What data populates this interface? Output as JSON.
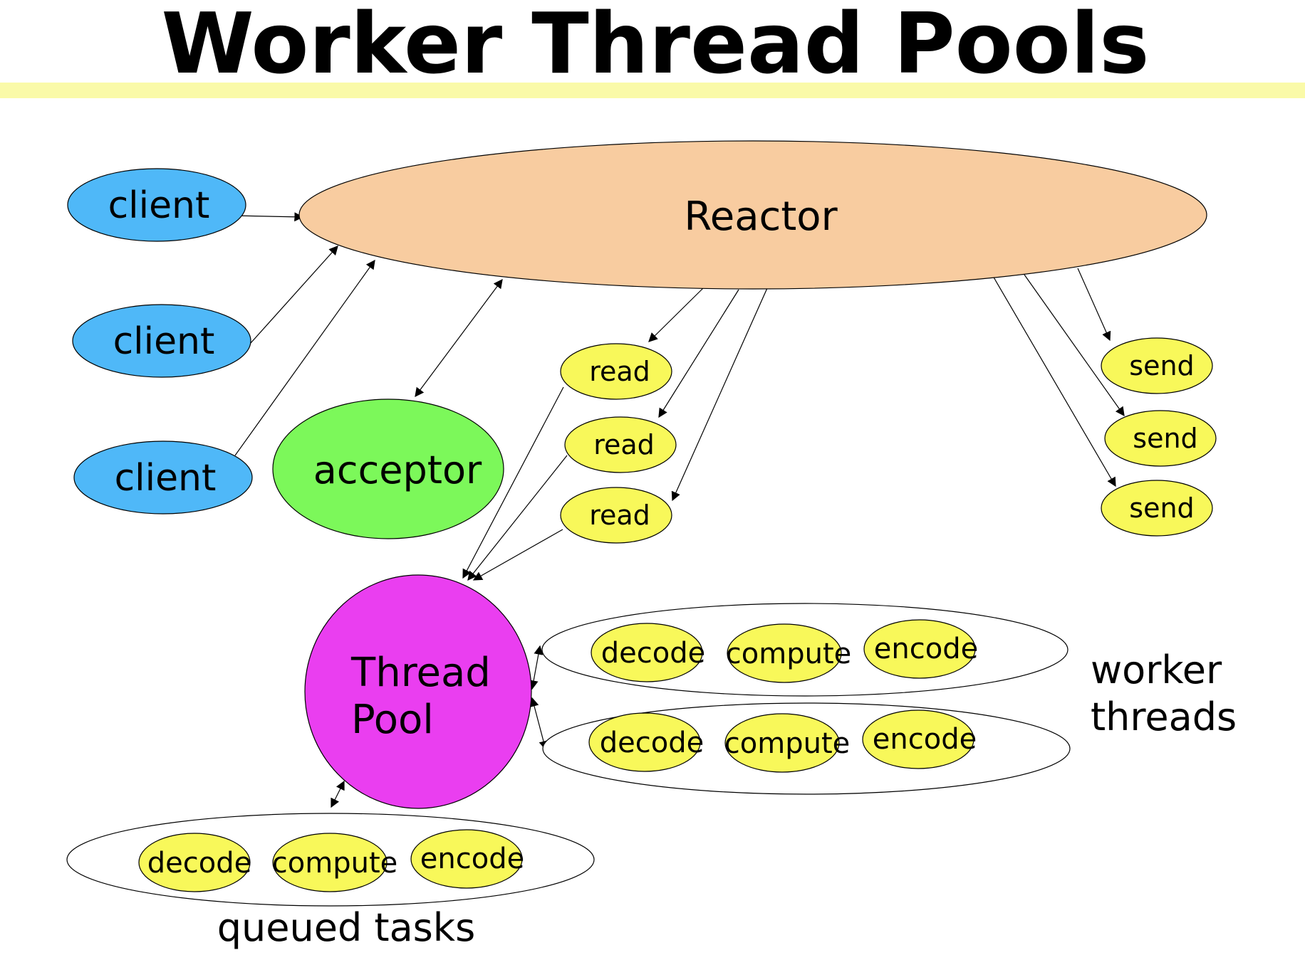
{
  "title": "Worker Thread Pools",
  "colors": {
    "client": "#4fb8f8",
    "reactor": "#f8cca0",
    "acceptor": "#7cf85a",
    "task": "#f8f85a",
    "thread_pool": "#ea3ef0",
    "title_bar": "#fafaa8",
    "group": "#ffffff"
  },
  "nodes": {
    "reactor": {
      "label": "Reactor"
    },
    "client_1": {
      "label": "client"
    },
    "client_2": {
      "label": "client"
    },
    "client_3": {
      "label": "client"
    },
    "acceptor": {
      "label": "acceptor"
    },
    "read_1": {
      "label": "read"
    },
    "read_2": {
      "label": "read"
    },
    "read_3": {
      "label": "read"
    },
    "send_1": {
      "label": "send"
    },
    "send_2": {
      "label": "send"
    },
    "send_3": {
      "label": "send"
    },
    "thread_pool": {
      "label_line1": "Thread",
      "label_line2": "Pool"
    },
    "worker_1_decode": {
      "label": "decode"
    },
    "worker_1_compute": {
      "label": "compute"
    },
    "worker_1_encode": {
      "label": "encode"
    },
    "worker_2_decode": {
      "label": "decode"
    },
    "worker_2_compute": {
      "label": "compute"
    },
    "worker_2_encode": {
      "label": "encode"
    },
    "queued_decode": {
      "label": "decode"
    },
    "queued_compute": {
      "label": "compute"
    },
    "queued_encode": {
      "label": "encode"
    }
  },
  "group_labels": {
    "worker_threads_line1": "worker",
    "worker_threads_line2": "threads",
    "queued_tasks": "queued tasks"
  }
}
